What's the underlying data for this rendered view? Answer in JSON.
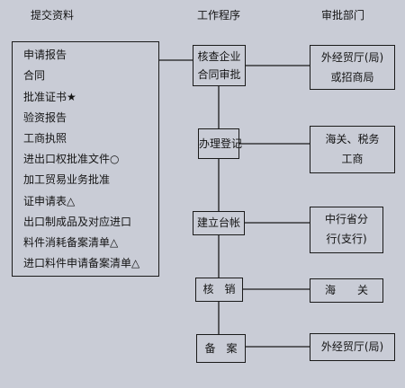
{
  "headers": {
    "materials": "提交资料",
    "procedure": "工作程序",
    "approval": "审批部门"
  },
  "materials": [
    "申请报告",
    "合同",
    "批准证书★",
    "验资报告",
    "工商执照",
    "进出口权批准文件○",
    "加工贸易业务批准",
    "证申请表△",
    "出口制成品及对应进口",
    "料件消耗备案清单△",
    "进口料件申请备案清单△"
  ],
  "steps": [
    {
      "name": [
        "核查企业",
        "合同审批"
      ],
      "approver": [
        "外经贸厅(局)",
        "或招商局"
      ]
    },
    {
      "name": [
        "办理登记"
      ],
      "approver": [
        "海关、税务",
        "工商"
      ]
    },
    {
      "name": [
        "建立台帐"
      ],
      "approver": [
        "中行省分",
        "行(支行)"
      ]
    },
    {
      "name": [
        "核　销"
      ],
      "approver": [
        "海　　关"
      ]
    },
    {
      "name": [
        "备　案"
      ],
      "approver": [
        "外经贸厅(局)"
      ]
    }
  ]
}
